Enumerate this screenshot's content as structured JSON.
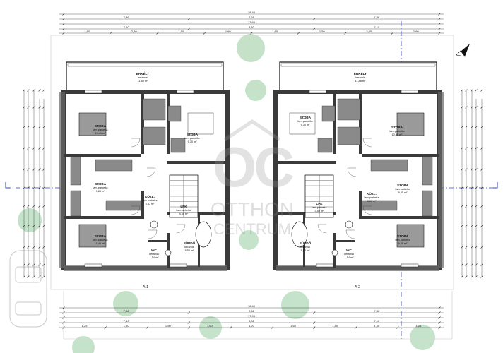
{
  "watermark": {
    "line1": "OTTHON",
    "line2": "CENTRUM",
    "monogram": "OC"
  },
  "units": [
    {
      "name": "unit-left",
      "section_marker": "A-1",
      "rooms": [
        {
          "key": "erkely",
          "name": "ERKÉLY",
          "floor": "kerámia",
          "area": "11,88 m²"
        },
        {
          "key": "szoba-1",
          "name": "SZOBA",
          "floor": "lam.parketta",
          "area": "10,41 m²"
        },
        {
          "key": "szoba-2",
          "name": "SZOBA",
          "floor": "lam.parketta",
          "area": "9,70 m²"
        },
        {
          "key": "szoba-3",
          "name": "SZOBA",
          "floor": "lam.parketta",
          "area": "9,85 m²"
        },
        {
          "key": "kozl",
          "name": "KÖZL.",
          "floor": "lam.parketta",
          "area": "5,87 m²"
        },
        {
          "key": "lpk",
          "name": "LPK",
          "floor": "lam.parketta",
          "area": "4,50 m²"
        },
        {
          "key": "szoba-4",
          "name": "SZOBA",
          "floor": "lam.parketta",
          "area": "9,45 m²"
        },
        {
          "key": "furdo",
          "name": "FÜRDŐ",
          "floor": "kerámia",
          "area": "5,52 m²"
        },
        {
          "key": "wc",
          "name": "WC",
          "floor": "kerámia",
          "area": "1,54 m²"
        }
      ]
    },
    {
      "name": "unit-right",
      "section_marker": "A-2",
      "rooms": [
        {
          "key": "erkely",
          "name": "ERKÉLY",
          "floor": "kerámia",
          "area": "11,88 m²"
        },
        {
          "key": "szoba-1",
          "name": "SZOBA",
          "floor": "lam.parketta",
          "area": "9,70 m²"
        },
        {
          "key": "szoba-2",
          "name": "SZOBA",
          "floor": "lam.parketta",
          "area": "10,41 m²"
        },
        {
          "key": "kozl",
          "name": "KÖZL.",
          "floor": "lam.parketta",
          "area": "5,87 m²"
        },
        {
          "key": "szoba-3",
          "name": "SZOBA",
          "floor": "lam.parketta",
          "area": "9,85 m²"
        },
        {
          "key": "lpk",
          "name": "LPK",
          "floor": "lam.parketta",
          "area": "4,50 m²"
        },
        {
          "key": "szoba-4",
          "name": "SZOBA",
          "floor": "lam.parketta",
          "area": "9,45 m²"
        },
        {
          "key": "furdo",
          "name": "FÜRDŐ",
          "floor": "kerámia",
          "area": "5,52 m²"
        },
        {
          "key": "wc",
          "name": "WC",
          "floor": "kerámia",
          "area": "1,54 m²"
        }
      ]
    }
  ],
  "top_dimensions": {
    "overall": "18,40",
    "row2": [
      "7,86",
      "2,68",
      "7,86"
    ],
    "row3": [
      "17,95"
    ],
    "row4": [
      "7,10",
      "3,30",
      "7,10"
    ],
    "row5": [
      "1,90",
      "2,40",
      "1,50",
      "1,60",
      "1,60",
      "1,50",
      "2,40",
      "1,90"
    ]
  },
  "bottom_dimensions": {
    "overall": "18,40",
    "row2": [
      "7,86",
      "2,68",
      "7,86"
    ],
    "row3": [
      "17,95"
    ],
    "row4": [
      "7,10",
      "3,30",
      "7,10"
    ],
    "row5": [
      "1,25",
      "1,60",
      "1,50",
      "1,60",
      "1,20",
      "1,60",
      "1,50",
      "1,60",
      "1,25"
    ]
  },
  "colors": {
    "wall": "#3a3a3a",
    "fill": "#8a8a8a",
    "green": "#7fbf8a",
    "blue": "#2d3fc7"
  }
}
